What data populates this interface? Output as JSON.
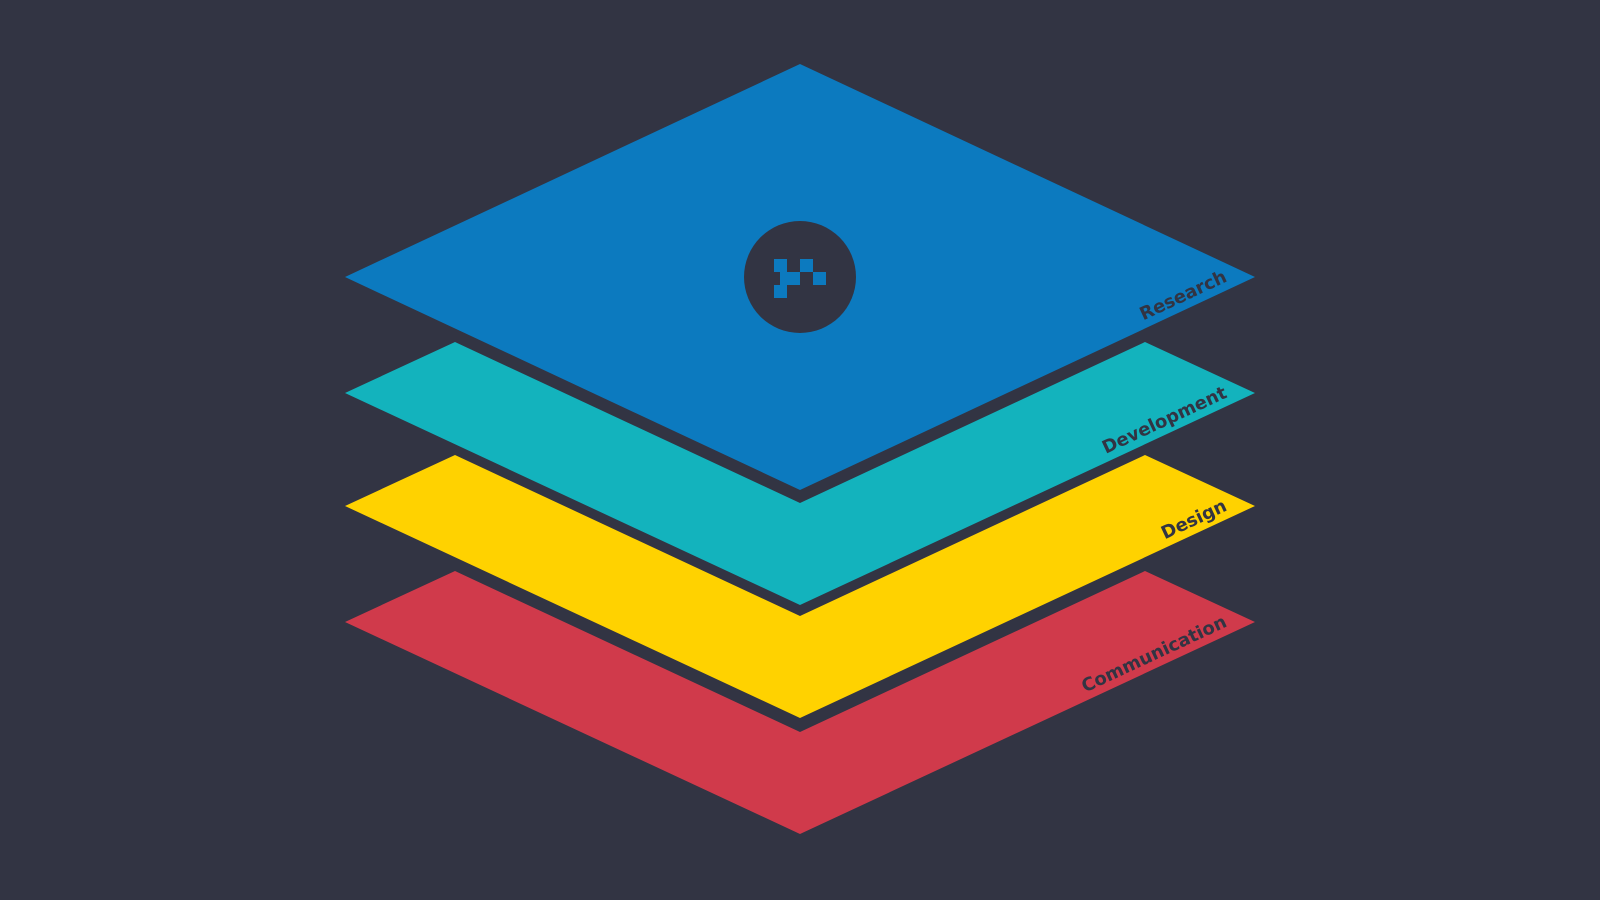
{
  "diagram": {
    "background_color": "#323443",
    "layers": [
      {
        "id": "communication",
        "label": "Communication",
        "color": "#D03A4B"
      },
      {
        "id": "design",
        "label": "Design",
        "color": "#FFD200"
      },
      {
        "id": "development",
        "label": "Development",
        "color": "#13B3BD"
      },
      {
        "id": "research",
        "label": "Research",
        "color": "#0C7ABF"
      }
    ],
    "logo": {
      "icon": "checker-pixel-logo-icon",
      "circle_color": "#323443",
      "mark_color": "#0C7ABF"
    }
  }
}
